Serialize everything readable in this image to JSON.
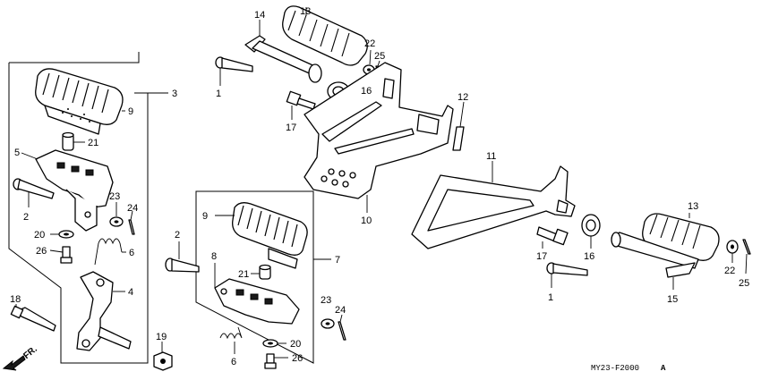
{
  "diagram": {
    "code": "MY23-F2000",
    "code_suffix": "A",
    "direction": "FR."
  },
  "labels": {
    "l1a": "1",
    "l1b": "1",
    "l2a": "2",
    "l2b": "2",
    "l3": "3",
    "l4": "4",
    "l5": "5",
    "l6a": "6",
    "l6b": "6",
    "l7": "7",
    "l8": "8",
    "l9a": "9",
    "l9b": "9",
    "l10": "10",
    "l11": "11",
    "l12": "12",
    "l13a": "13",
    "l13b": "13",
    "l14": "14",
    "l15": "15",
    "l16a": "16",
    "l16b": "16",
    "l17a": "17",
    "l17b": "17",
    "l18": "18",
    "l19": "19",
    "l20a": "20",
    "l20b": "20",
    "l21a": "21",
    "l21b": "21",
    "l22a": "22",
    "l22b": "22",
    "l23a": "23",
    "l23b": "23",
    "l24a": "24",
    "l24b": "24",
    "l25a": "25",
    "l25b": "25",
    "l26a": "26",
    "l26b": "26"
  }
}
